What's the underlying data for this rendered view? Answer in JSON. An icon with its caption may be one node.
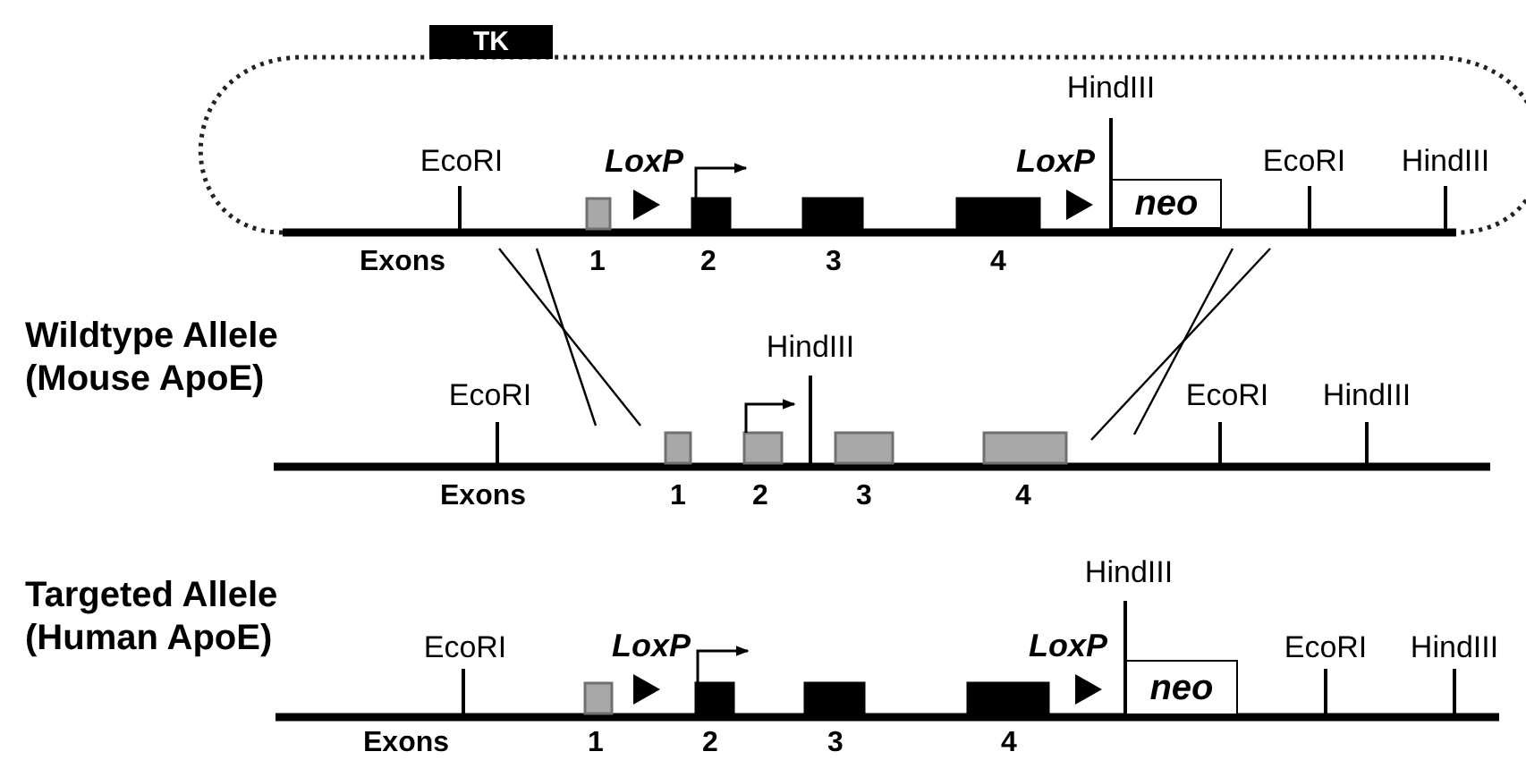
{
  "diagram": {
    "nodes": [
      {
        "text": [
          "TK"
        ]
      },
      {
        "text": [
          "neo"
        ]
      },
      {
        "text": [
          "neo"
        ]
      }
    ],
    "labels": [
      "HindIII",
      "EcoRI",
      "LoxP",
      "LoxP",
      "EcoRI",
      "HindIII",
      "Exons",
      "1",
      "2",
      "3",
      "4",
      "Wildtype Allele (Mouse ApoE)",
      "HindIII",
      "EcoRI",
      "EcoRI",
      "HindIII",
      "Exons",
      "1",
      "2",
      "3",
      "4",
      "Targeted Allele (Human ApoE)",
      "HindIII",
      "EcoRI",
      "LoxP",
      "LoxP",
      "EcoRI",
      "HindIII",
      "Exons",
      "1",
      "2",
      "3",
      "4"
    ]
  }
}
